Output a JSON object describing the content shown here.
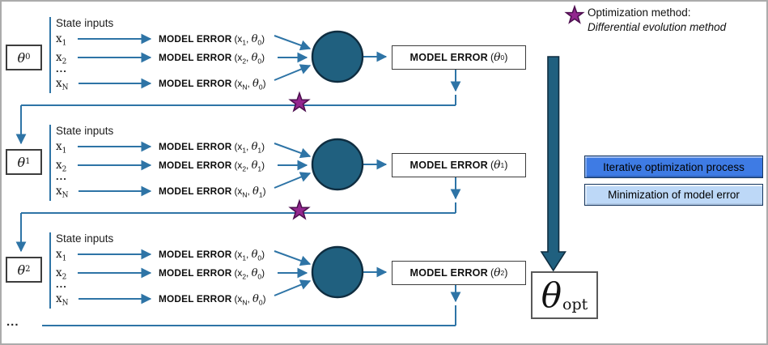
{
  "frame_color": "#ABABAB",
  "colors": {
    "line": "#2E74A6",
    "node_fill": "#20607F",
    "node_stroke": "#0F2D40",
    "star_fill": "#93278F",
    "star_stroke": "#4E1050",
    "big_arrow_fill": "#20607F",
    "process_box_fill": "#3E7BE4",
    "minimization_box_fill": "#BDD8F7",
    "legend_box_border": "#17365D"
  },
  "labels": {
    "state_inputs": "State inputs",
    "model_error": "MODEL ERROR",
    "x": "x",
    "row_ellipsis": "...",
    "bottom_ellipsis": "..."
  },
  "syms": {
    "theta": "θ",
    "open": "(",
    "comma": ", ",
    "close": ")"
  },
  "legend": {
    "title": "Optimization method:",
    "method": "Differential evolution method"
  },
  "side_boxes": {
    "process": "Iterative optimization process",
    "minimization": "Minimization of model error"
  },
  "result": {
    "theta": "θ",
    "sub": "opt"
  },
  "blocks": [
    {
      "theta_sub": "0",
      "box_theta_sub": "0",
      "rows": [
        {
          "x_sub": "1",
          "theta_sub": "0"
        },
        {
          "x_sub": "2",
          "theta_sub": "0"
        },
        {
          "x_sub": "N",
          "theta_sub": "0"
        }
      ]
    },
    {
      "theta_sub": "1",
      "box_theta_sub": "1",
      "rows": [
        {
          "x_sub": "1",
          "theta_sub": "1"
        },
        {
          "x_sub": "2",
          "theta_sub": "1"
        },
        {
          "x_sub": "N",
          "theta_sub": "1"
        }
      ]
    },
    {
      "theta_sub": "2",
      "box_theta_sub": "2",
      "rows": [
        {
          "x_sub": "1",
          "theta_sub": "0"
        },
        {
          "x_sub": "2",
          "theta_sub": "0"
        },
        {
          "x_sub": "N",
          "theta_sub": "0"
        }
      ]
    }
  ]
}
